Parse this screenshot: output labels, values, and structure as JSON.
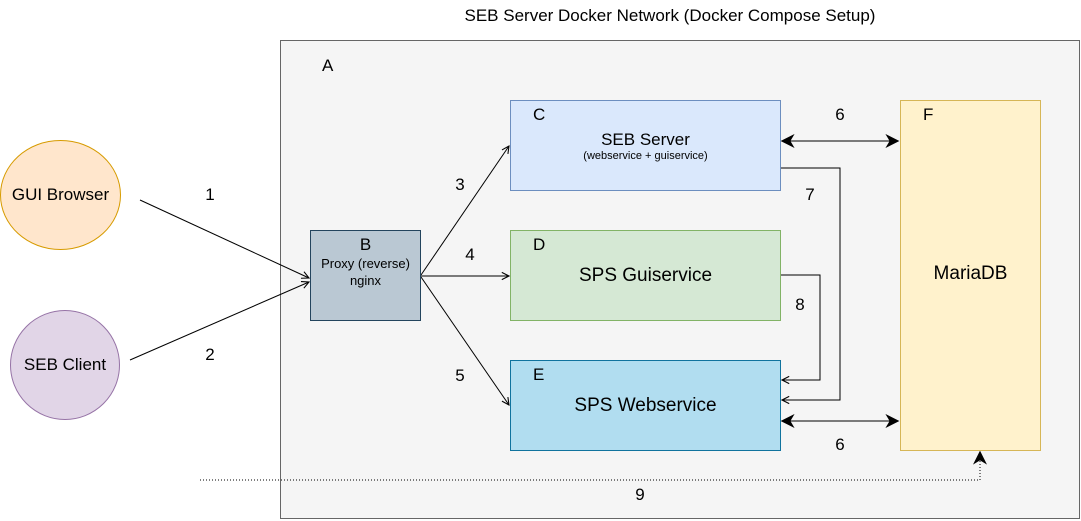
{
  "diagram": {
    "title": "SEB Server Docker Network (Docker Compose Setup)",
    "network": {
      "letter": "A"
    },
    "nodes": {
      "gui_browser": {
        "label": "GUI Browser",
        "fill": "#ffe6cc",
        "stroke": "#d79b00"
      },
      "seb_client": {
        "label": "SEB Client",
        "fill": "#e1d5e7",
        "stroke": "#9673a6"
      },
      "proxy": {
        "letter": "B",
        "label_line1": "Proxy (reverse)",
        "label_line2": "nginx",
        "fill": "#bac8d3",
        "stroke": "#23445d"
      },
      "seb_server": {
        "letter": "C",
        "label": "SEB Server",
        "sublabel": "(webservice + guiservice)",
        "fill": "#dae8fc",
        "stroke": "#6c8ebf"
      },
      "sps_guiservice": {
        "letter": "D",
        "label": "SPS Guiservice",
        "fill": "#d5e8d4",
        "stroke": "#82b366"
      },
      "sps_webservice": {
        "letter": "E",
        "label": "SPS Webservice",
        "fill": "#b1ddf0",
        "stroke": "#10739e"
      },
      "mariadb": {
        "letter": "F",
        "label": "MariaDB",
        "fill": "#fff2cc",
        "stroke": "#d6b656"
      }
    },
    "edge_labels": {
      "e1": "1",
      "e2": "2",
      "e3": "3",
      "e4": "4",
      "e5": "5",
      "e6_top": "6",
      "e6_bottom": "6",
      "e7": "7",
      "e8": "8",
      "e9": "9"
    },
    "colors": {
      "network_fill": "#f5f5f5",
      "network_stroke": "#666666",
      "edge": "#000000"
    }
  }
}
